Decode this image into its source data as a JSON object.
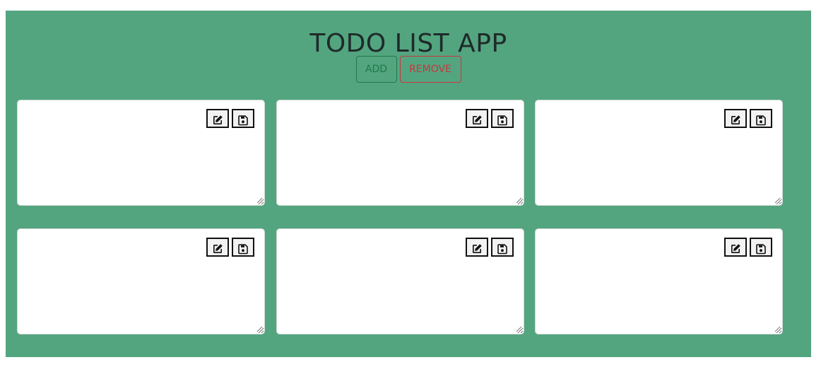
{
  "app": {
    "title": "TODO LIST APP"
  },
  "controls": {
    "add_label": "ADD",
    "remove_label": "REMOVE"
  },
  "notes": [
    {
      "text": "",
      "tools": [
        "edit-icon",
        "save-icon"
      ]
    },
    {
      "text": "",
      "tools": [
        "edit-icon",
        "save-icon"
      ]
    },
    {
      "text": "",
      "tools": [
        "edit-icon",
        "save-icon"
      ]
    },
    {
      "text": "",
      "tools": [
        "edit-icon",
        "save-icon"
      ]
    },
    {
      "text": "",
      "tools": [
        "edit-icon",
        "save-icon"
      ]
    },
    {
      "text": "",
      "tools": [
        "edit-icon",
        "save-icon"
      ]
    }
  ],
  "colors": {
    "background": "#53a57f",
    "add_accent": "#1e7a47",
    "remove_accent": "#c8373f",
    "card": "#ffffff",
    "title_text": "#1f2a2a"
  }
}
